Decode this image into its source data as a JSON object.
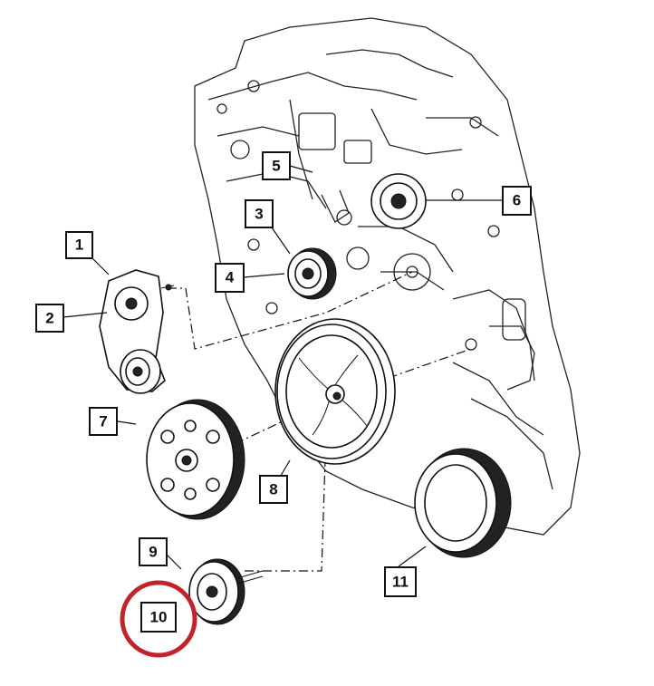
{
  "callouts": [
    {
      "id": "1",
      "label": "1"
    },
    {
      "id": "2",
      "label": "2"
    },
    {
      "id": "3",
      "label": "3"
    },
    {
      "id": "4",
      "label": "4"
    },
    {
      "id": "5",
      "label": "5"
    },
    {
      "id": "6",
      "label": "6"
    },
    {
      "id": "7",
      "label": "7"
    },
    {
      "id": "8",
      "label": "8"
    },
    {
      "id": "9",
      "label": "9"
    },
    {
      "id": "10",
      "label": "10"
    },
    {
      "id": "11",
      "label": "11"
    }
  ],
  "highlight": {
    "target": "10",
    "color": "#c0242b"
  }
}
